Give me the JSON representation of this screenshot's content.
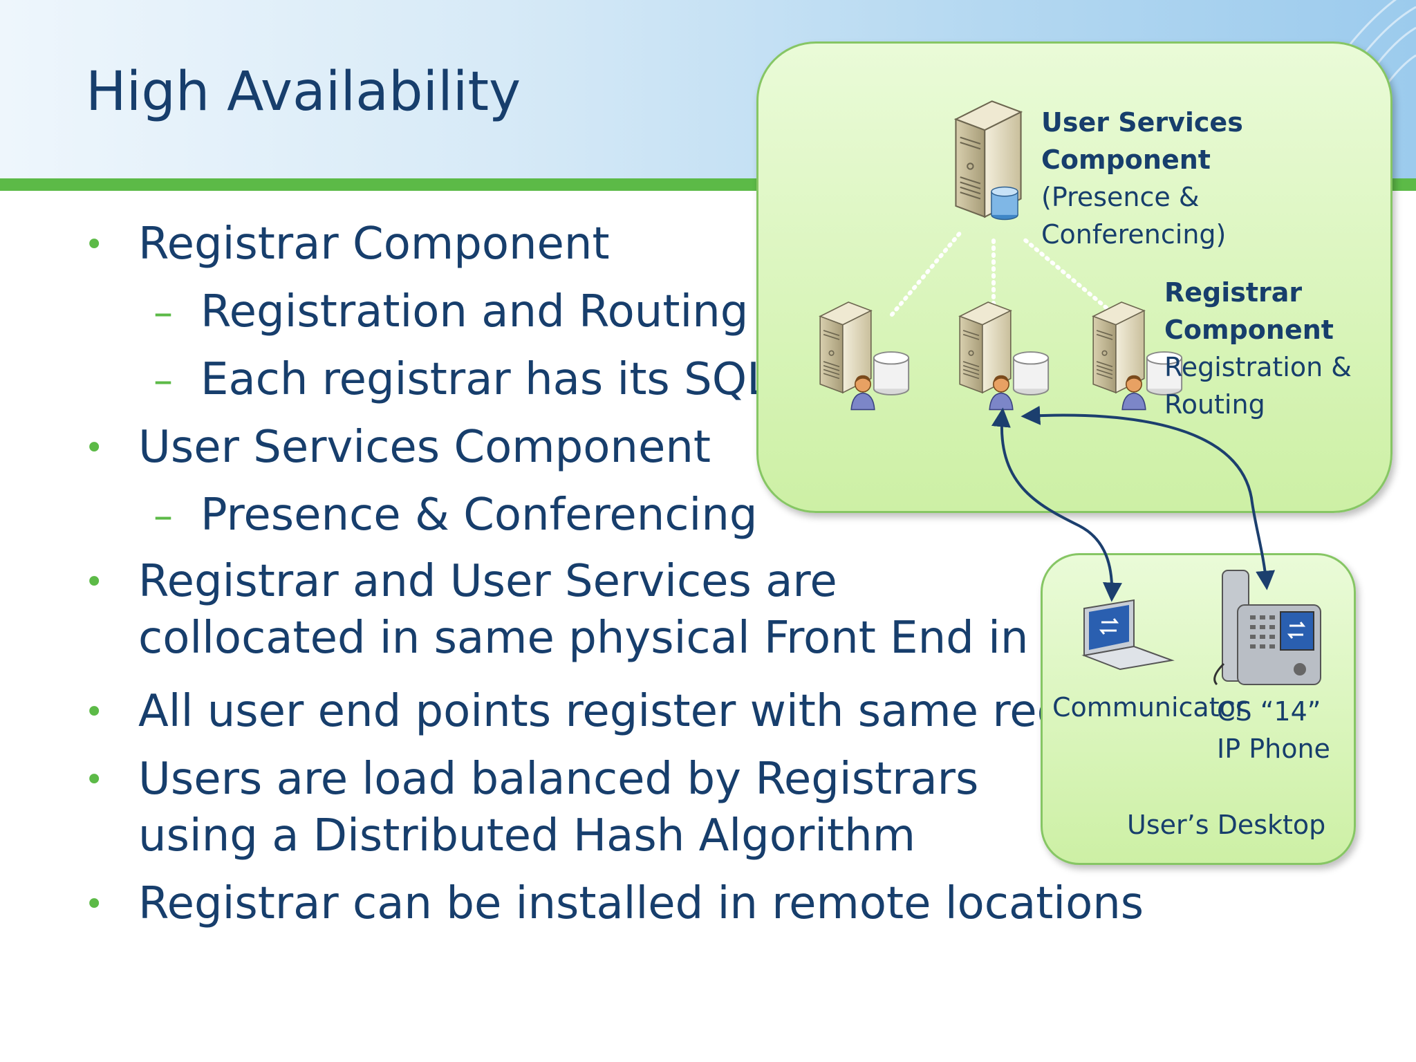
{
  "slide": {
    "title": "High Availability",
    "bullets": [
      {
        "level": 1,
        "text": "Registrar Component"
      },
      {
        "level": 2,
        "text": "Registration and Routing"
      },
      {
        "level": 2,
        "text": "Each registrar has its SQL E"
      },
      {
        "level": 1,
        "text": "User Services Component"
      },
      {
        "level": 2,
        "text": "Presence & Conferencing"
      },
      {
        "level": 1,
        "lines": [
          "Registrar and User Services are",
          "collocated in same physical Front End in the D"
        ]
      },
      {
        "level": 1,
        "text": "All user end points register with same registrar"
      },
      {
        "level": 1,
        "lines": [
          "Users are load balanced by Registrars",
          "using a Distributed Hash Algorithm"
        ]
      },
      {
        "level": 1,
        "text": "Registrar can be installed in remote locations"
      }
    ],
    "bullet_marks": {
      "level1": "•",
      "level2": "–"
    }
  },
  "diagram": {
    "user_services": {
      "line1": "User Services",
      "line2": "Component",
      "line3": "(Presence &",
      "line4": "Conferencing)"
    },
    "registrar": {
      "line1": "Registrar",
      "line2": "Component",
      "line3": "Registration &",
      "line4": "Routing"
    },
    "desktop": {
      "communicator": "Communicator",
      "phone_line1": "CS “14”",
      "phone_line2": "IP Phone",
      "title": "User’s Desktop"
    }
  },
  "colors": {
    "title_text": "#173e6c",
    "accent_green": "#5cba47",
    "box_fill": "#d8f5b8",
    "box_border": "#86c664",
    "arrow": "#1c3f6e"
  }
}
